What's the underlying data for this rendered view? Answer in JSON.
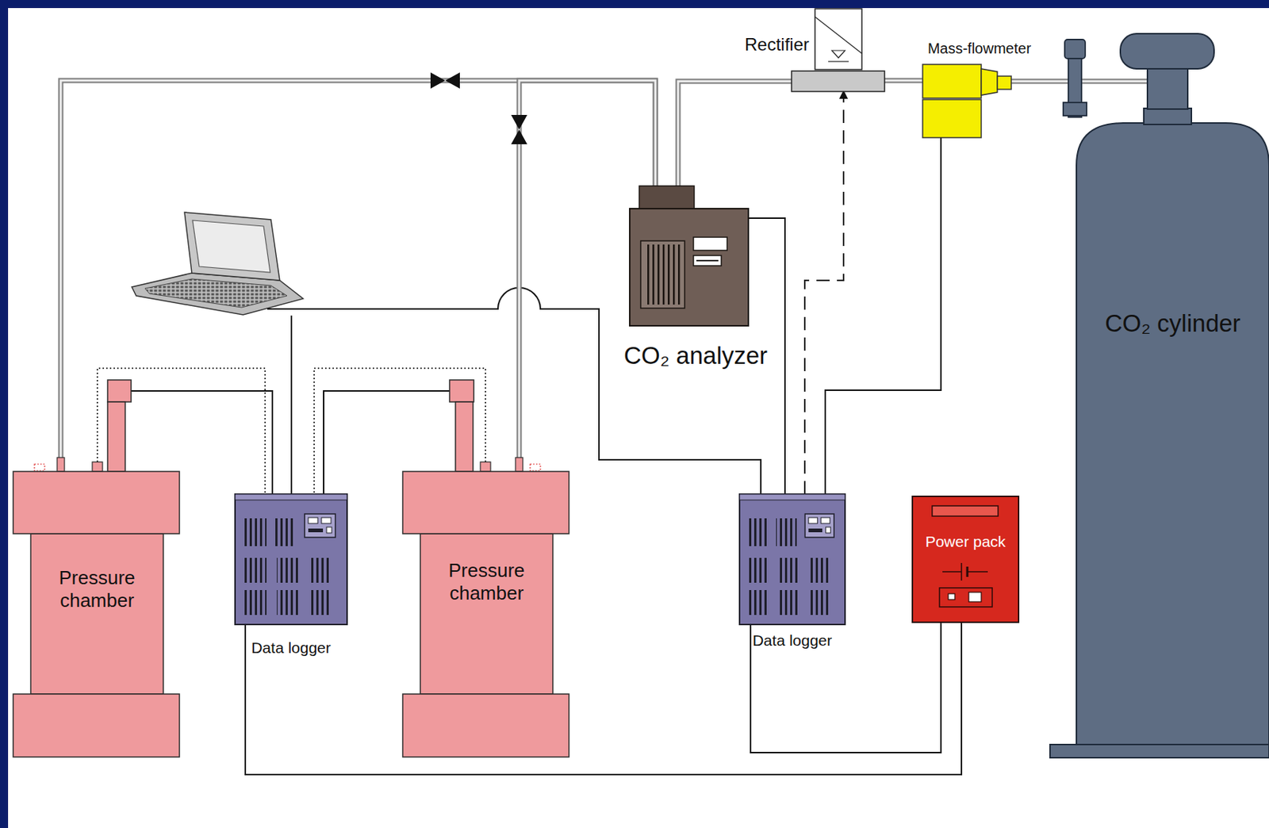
{
  "diagram": {
    "nodes": [
      {
        "text": [
          "Pressure chamber"
        ]
      },
      {
        "text": [
          "Data logger"
        ]
      },
      {
        "text": [
          "Pressure chamber"
        ]
      },
      {
        "text": [
          "CO₂ analyzer"
        ]
      },
      {
        "text": [
          "Rectifier"
        ]
      },
      {
        "text": [
          "Mass-flowmeter"
        ]
      },
      {
        "text": [
          "CO₂ cylinder"
        ]
      },
      {
        "text": [
          "Data logger"
        ]
      },
      {
        "text": [
          "Power pack"
        ]
      }
    ],
    "edges": [
      {
        "from": 6,
        "to": 5,
        "arrow": "none"
      },
      {
        "from": 5,
        "to": 4,
        "arrow": "none"
      },
      {
        "from": 4,
        "to": 3,
        "arrow": "none"
      },
      {
        "from": 3,
        "to": 0,
        "arrow": "none"
      },
      {
        "from": 3,
        "to": 2,
        "arrow": "none"
      },
      {
        "from": 0,
        "to": 1,
        "arrow": "none"
      },
      {
        "from": 0,
        "to": 1,
        "arrow": "none"
      },
      {
        "from": 2,
        "to": 1,
        "arrow": "none"
      },
      {
        "from": 2,
        "to": 1,
        "arrow": "none"
      },
      {
        "from": 3,
        "to": 7,
        "arrow": "none"
      },
      {
        "from": 7,
        "to": 4,
        "arrow": "to"
      },
      {
        "from": 7,
        "to": 5,
        "arrow": "none"
      },
      {
        "from": 8,
        "to": 7,
        "arrow": "none"
      },
      {
        "from": 8,
        "to": 1,
        "arrow": "none"
      }
    ]
  }
}
